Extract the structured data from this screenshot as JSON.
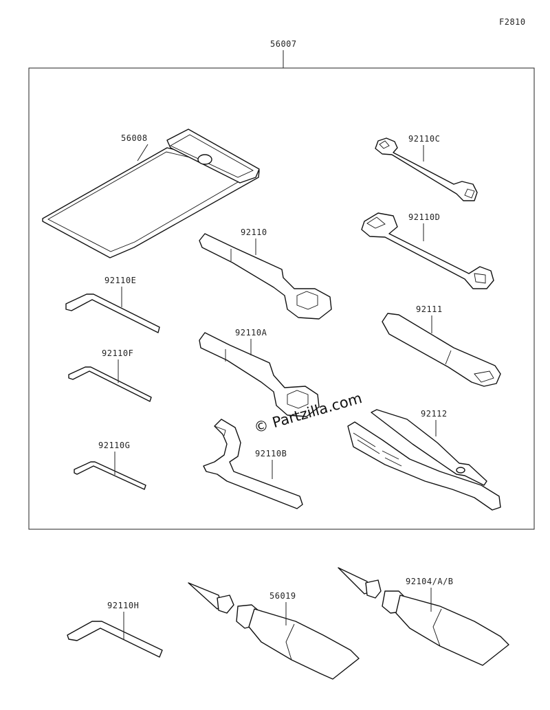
{
  "figure_code": "F2810",
  "kit_label": "56007",
  "watermark": "© Partzilla.com",
  "labels": {
    "bag": "56008",
    "wrench_c": "92110C",
    "wrench_d": "92110D",
    "box_wrench": "92110",
    "box_wrench_a": "92110A",
    "hex_e": "92110E",
    "hex_f": "92110F",
    "hex_g": "92110G",
    "handle": "92111",
    "pliers": "92112",
    "spanner_b": "92110B",
    "hex_h": "92110H",
    "grease_1": "56019",
    "grease_2": "92104/A/B"
  }
}
